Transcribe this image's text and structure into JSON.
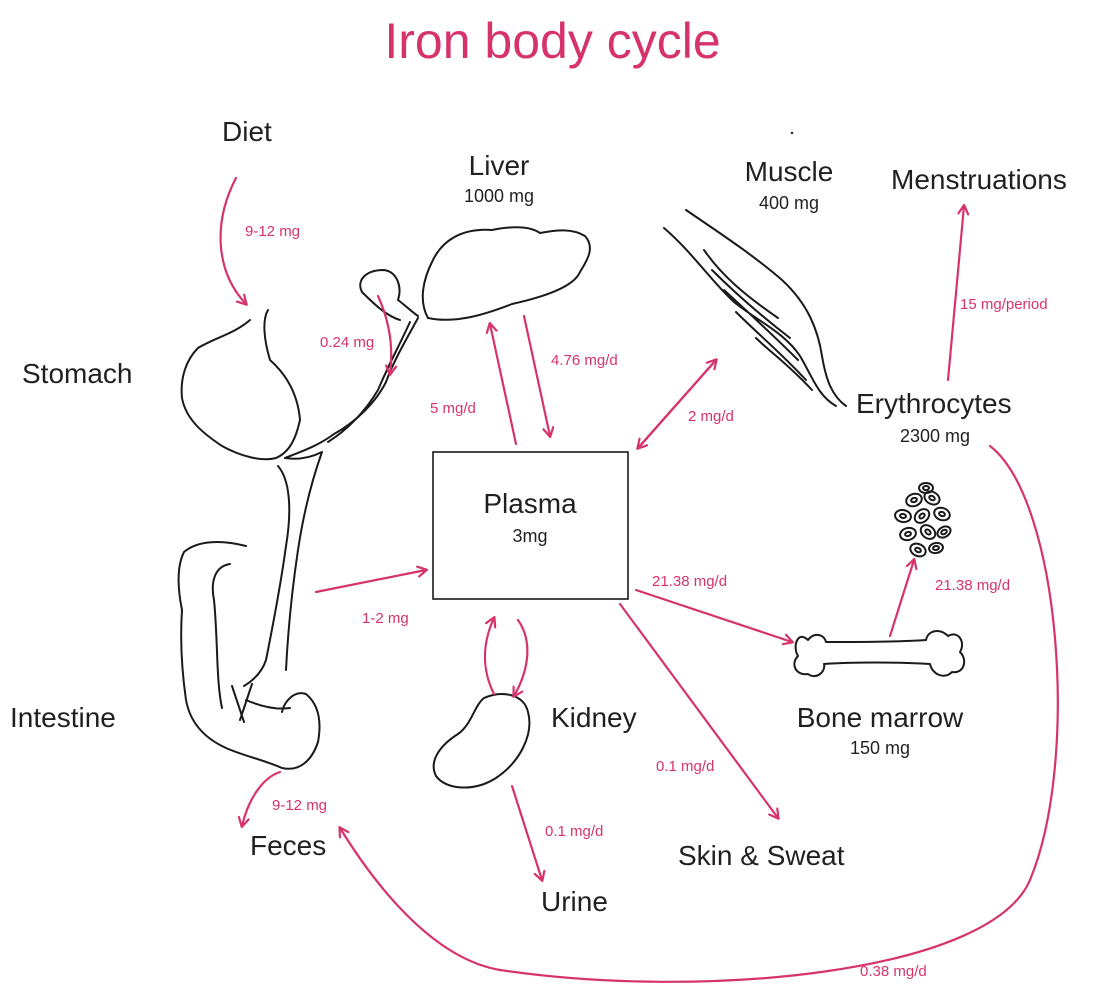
{
  "title": "Iron body cycle",
  "colors": {
    "accent": "#d6336c",
    "ink": "#231f20"
  },
  "nodes": {
    "diet": {
      "label": "Diet"
    },
    "liver": {
      "label": "Liver",
      "amount": "1000 mg"
    },
    "muscle": {
      "label": "Muscle",
      "amount": "400 mg"
    },
    "menstruations": {
      "label": "Menstruations"
    },
    "stomach": {
      "label": "Stomach"
    },
    "erythrocytes": {
      "label": "Erythrocytes",
      "amount": "2300 mg"
    },
    "plasma": {
      "label": "Plasma",
      "amount": "3mg"
    },
    "intestine": {
      "label": "Intestine"
    },
    "kidney": {
      "label": "Kidney"
    },
    "bone_marrow": {
      "label": "Bone marrow",
      "amount": "150 mg"
    },
    "feces": {
      "label": "Feces"
    },
    "skin_sweat": {
      "label": "Skin & Sweat"
    },
    "urine": {
      "label": "Urine"
    }
  },
  "flows": {
    "diet_to_stomach": "9-12 mg",
    "liver_bile": "0.24 mg",
    "plasma_to_liver": "5 mg/d",
    "liver_to_plasma": "4.76 mg/d",
    "plasma_muscle": "2 mg/d",
    "erythrocytes_to_menstruations": "15 mg/period",
    "intestine_to_plasma": "1-2 mg",
    "plasma_to_bone_marrow": "21.38 mg/d",
    "bone_marrow_to_erythrocytes": "21.38 mg/d",
    "plasma_to_skin": "0.1 mg/d",
    "intestine_to_feces": "9-12 mg",
    "kidney_to_urine": "0.1 mg/d",
    "erythrocytes_to_feces": "0.38 mg/d"
  }
}
